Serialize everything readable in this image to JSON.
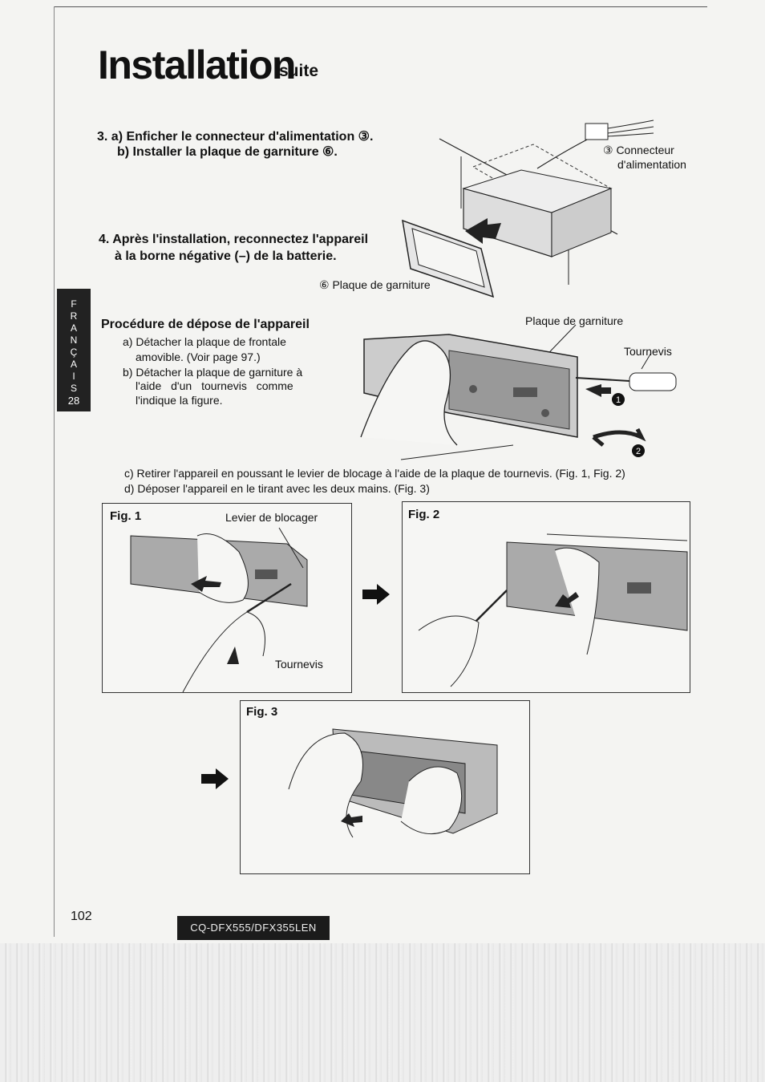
{
  "header": {
    "title": "Installation",
    "title_suffix": "suite"
  },
  "step3": {
    "line_a": "3. a) Enficher le connecteur d'alimentation ③.",
    "line_b": "b) Installer la plaque de garniture ⑥."
  },
  "step4": {
    "line1": "4. Après l'installation, reconnectez l'appareil",
    "line2": "à la borne négative (–) de la batterie."
  },
  "callouts": {
    "connector_line1": "③ Connecteur",
    "connector_line2": "d'alimentation",
    "trim_plate_6": "⑥ Plaque de garniture",
    "trim_plate": "Plaque de garniture",
    "screwdriver": "Tournevis",
    "marker_1": "1",
    "marker_2": "2"
  },
  "removal": {
    "heading": "Procédure de dépose de l'appareil",
    "a_line1": "a) Détacher la plaque de frontale",
    "a_line2": "amovible. (Voir page 97.)",
    "b_line1": "b) Détacher la plaque de garniture à",
    "b_line2": "l'aide d'un tournevis comme",
    "b_line3": "l'indique la figure.",
    "c": "c) Retirer l'appareil en poussant le levier de blocage à l'aide de la plaque de tournevis. (Fig. 1, Fig. 2)",
    "d": "d) Déposer l'appareil en le tirant avec les deux mains. (Fig. 3)"
  },
  "figures": {
    "fig1": {
      "label": "Fig. 1",
      "lever": "Levier de blocager",
      "screwdriver": "Tournevis"
    },
    "fig2": {
      "label": "Fig. 2"
    },
    "fig3": {
      "label": "Fig. 3"
    }
  },
  "side_tab": {
    "letters": [
      "F",
      "R",
      "A",
      "N",
      "Ç",
      "A",
      "I",
      "S"
    ],
    "page": "28"
  },
  "footer": {
    "page_number": "102",
    "model": "CQ-DFX555/DFX355LEN"
  }
}
